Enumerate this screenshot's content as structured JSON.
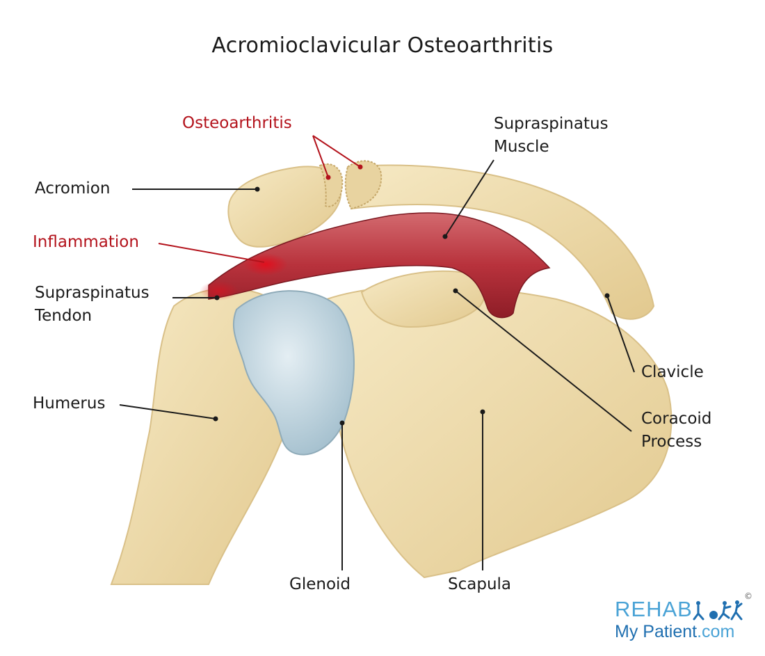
{
  "title": "Acromioclavicular Osteoarthritis",
  "labels": {
    "osteoarthritis": "Osteoarthritis",
    "supraspinatus_muscle": [
      "Supraspinatus",
      "Muscle"
    ],
    "acromion": "Acromion",
    "inflammation": "Inflammation",
    "supraspinatus_tendon": [
      "Supraspinatus",
      "Tendon"
    ],
    "clavicle": "Clavicle",
    "humerus": "Humerus",
    "coracoid_process": [
      "Coracoid",
      "Process"
    ],
    "glenoid": "Glenoid",
    "scapula": "Scapula"
  },
  "logo": {
    "line1": "REHAB",
    "line2_a": "My Patient",
    "line2_b": ".com",
    "copyright": "©"
  },
  "colors": {
    "bone": "#f0dfb0",
    "bone_shadow": "#d9c088",
    "muscle": "#b8323c",
    "glenoid_cartilage": "#b9d0dc",
    "highlight_label": "#b3121b",
    "leader_line": "#1a1a1a"
  }
}
